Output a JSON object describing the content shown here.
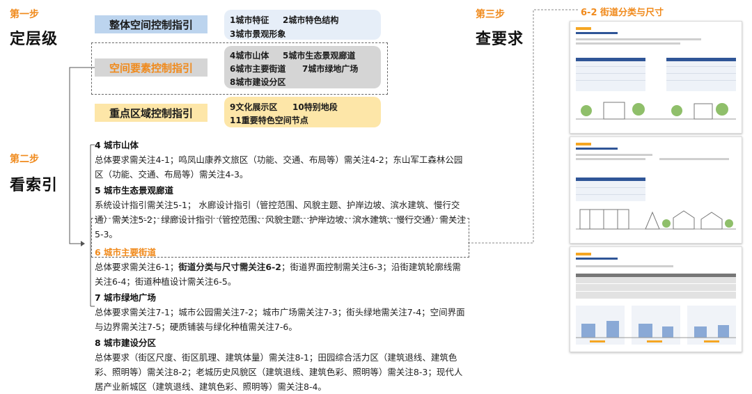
{
  "steps": {
    "s1": {
      "label": "第一步",
      "title": "定层级"
    },
    "s2": {
      "label": "第二步",
      "title": "看索引"
    },
    "s3": {
      "label": "第三步",
      "title": "查要求"
    }
  },
  "levels": [
    {
      "label": "整体空间控制指引",
      "items": [
        "1城市特征",
        "2城市特色结构",
        "3城市景观形象"
      ]
    },
    {
      "label": "空间要素控制指引",
      "items": [
        "4城市山体",
        "5城市生态景观廊道",
        "6城市主要街道",
        "7城市绿地广场",
        "8城市建设分区"
      ]
    },
    {
      "label": "重点区域控制指引",
      "items": [
        "9文化展示区",
        "10特别地段",
        "11重要特色空间节点"
      ]
    }
  ],
  "index": {
    "h4": "4 城市山体",
    "p4": "总体要求需关注4-1；鸣凤山康养文旅区（功能、交通、布局等）需关注4-2；东山军工森林公园区（功能、交通、布局等）需关注4-3。",
    "h5": "5 城市生态景观廊道",
    "p5": "系统设计指引需关注5-1； 水廊设计指引（管控范围、风貌主题、护岸边坡、滨水建筑、慢行交通）需关注5-2；绿廊设计指引（管控范围、风貌主题、护岸边坡、滨水建筑、慢行交通）需关注5-3。",
    "h6": "6 城市主要街道",
    "p6a": "总体要求需关注6-1；",
    "p6b": "街道分类与尺寸需关注6-2",
    "p6c": "；街道界面控制需关注6-3；沿街建筑轮廓线需关注6-4；街道种植设计需关注6-5。",
    "h7": "7 城市绿地广场",
    "p7": "总体要求需关注7-1；城市公园需关注7-2；城市广场需关注7-3；街头绿地需关注7-4；空间界面与边界需关注7-5；硬质铺装与绿化种植需关注7-6。",
    "h8": "8 城市建设分区",
    "p8": "总体要求（街区尺度、街区肌理、建筑体量）需关注8-1；田园综合活力区（建筑退线、建筑色彩、照明等）需关注8-2；老城历史风貌区（建筑退线、建筑色彩、照明等）需关注8-3；现代人居产业新城区（建筑退线、建筑色彩、照明等）需关注8-4。"
  },
  "result": {
    "title": "6-2 街道分类与尺寸"
  },
  "colors": {
    "accent": "#f08a1c",
    "blue_box": "#bcd4ee",
    "gray_box": "#d5d5d5",
    "yellow_box": "#fde6a8"
  }
}
